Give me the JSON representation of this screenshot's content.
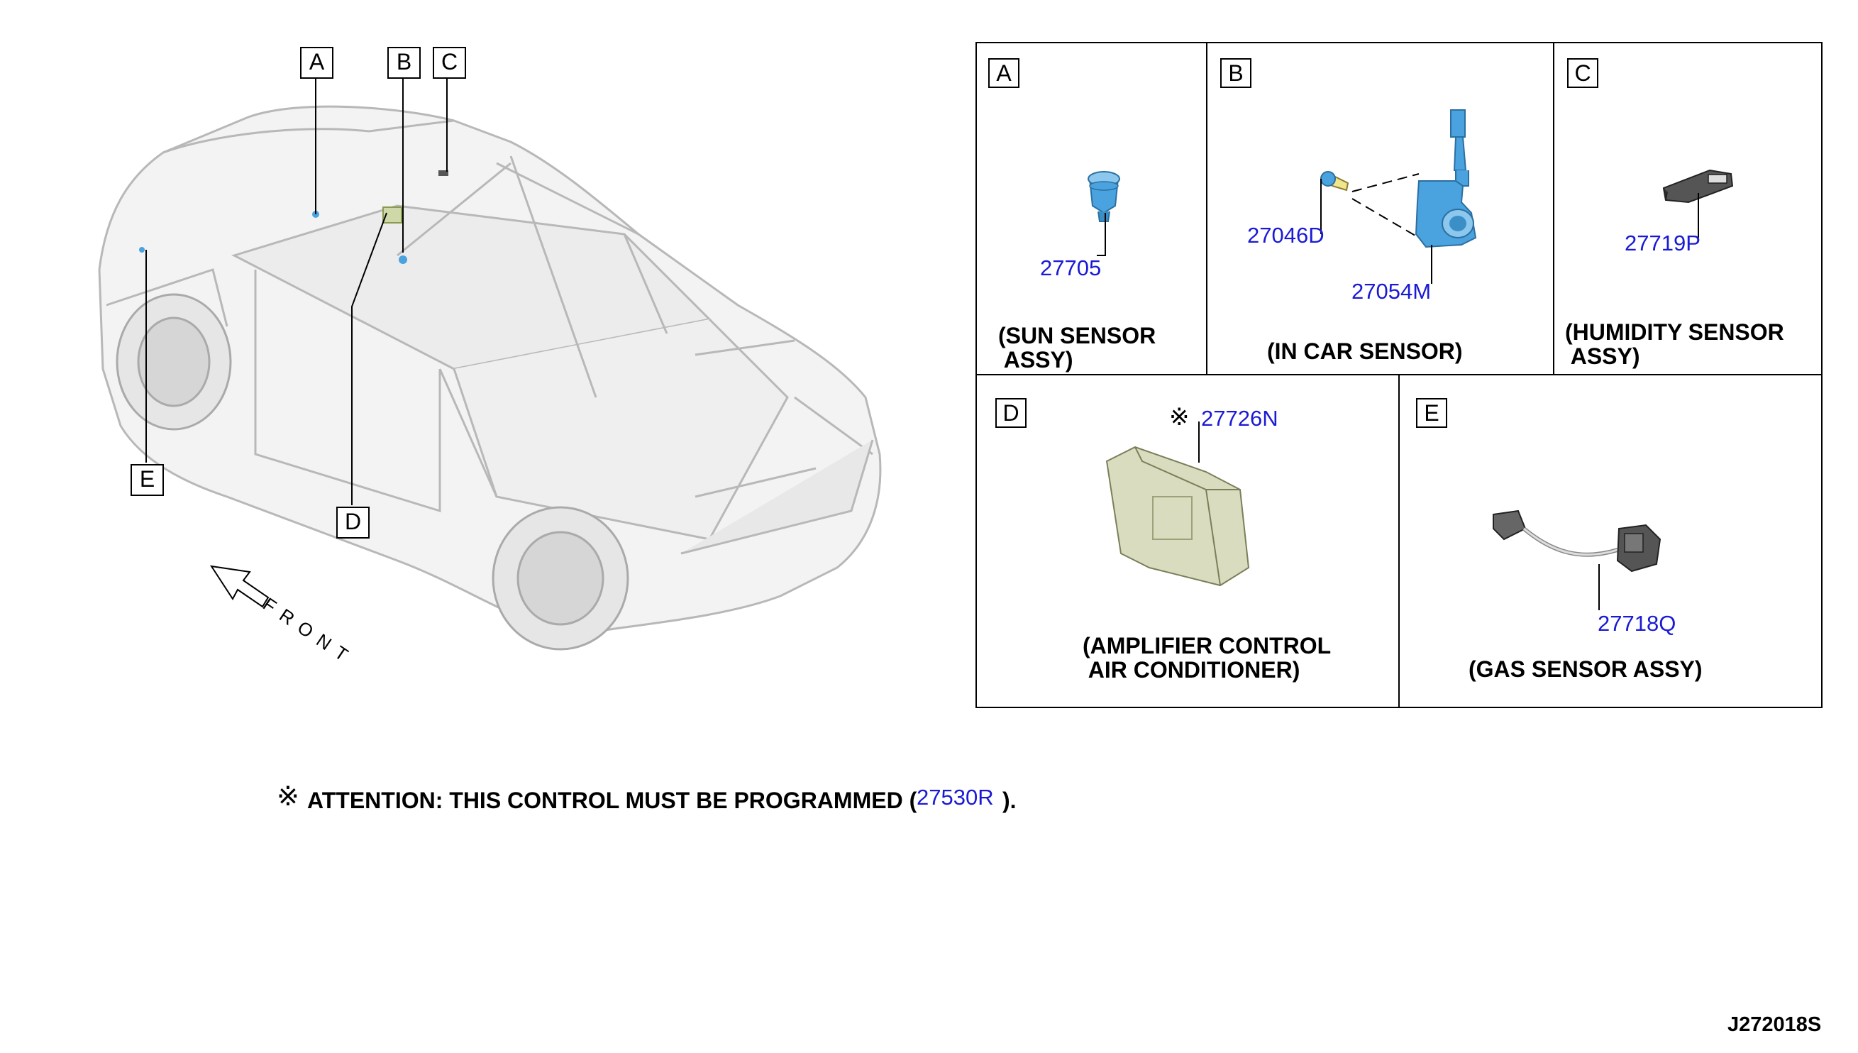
{
  "car_view": {
    "callouts": [
      "A",
      "B",
      "C",
      "D",
      "E"
    ],
    "front_label": "FRONT"
  },
  "panels": [
    {
      "letter": "A",
      "parts": [
        "27705"
      ],
      "caption": "(SUN SENSOR\n ASSY)"
    },
    {
      "letter": "B",
      "parts": [
        "27046D",
        "27054M"
      ],
      "caption": "(IN CAR SENSOR)"
    },
    {
      "letter": "C",
      "parts": [
        "27719P"
      ],
      "caption": "(HUMIDITY SENSOR\n ASSY)"
    },
    {
      "letter": "D",
      "parts": [
        "27726N"
      ],
      "caption": "(AMPLIFIER CONTROL\n AIR CONDITIONER)",
      "mark": "※"
    },
    {
      "letter": "E",
      "parts": [
        "27718Q"
      ],
      "caption": "(GAS SENSOR ASSY)"
    }
  ],
  "note": {
    "mark": "※",
    "text": "ATTENTION: THIS CONTROL MUST BE PROGRAMMED (",
    "part": "27530R",
    "suffix": ")."
  },
  "diagram_code": "J272018S",
  "colors": {
    "part_number": "#1a1ad6",
    "sensor_part": "#4aa3df",
    "line": "#000000"
  }
}
